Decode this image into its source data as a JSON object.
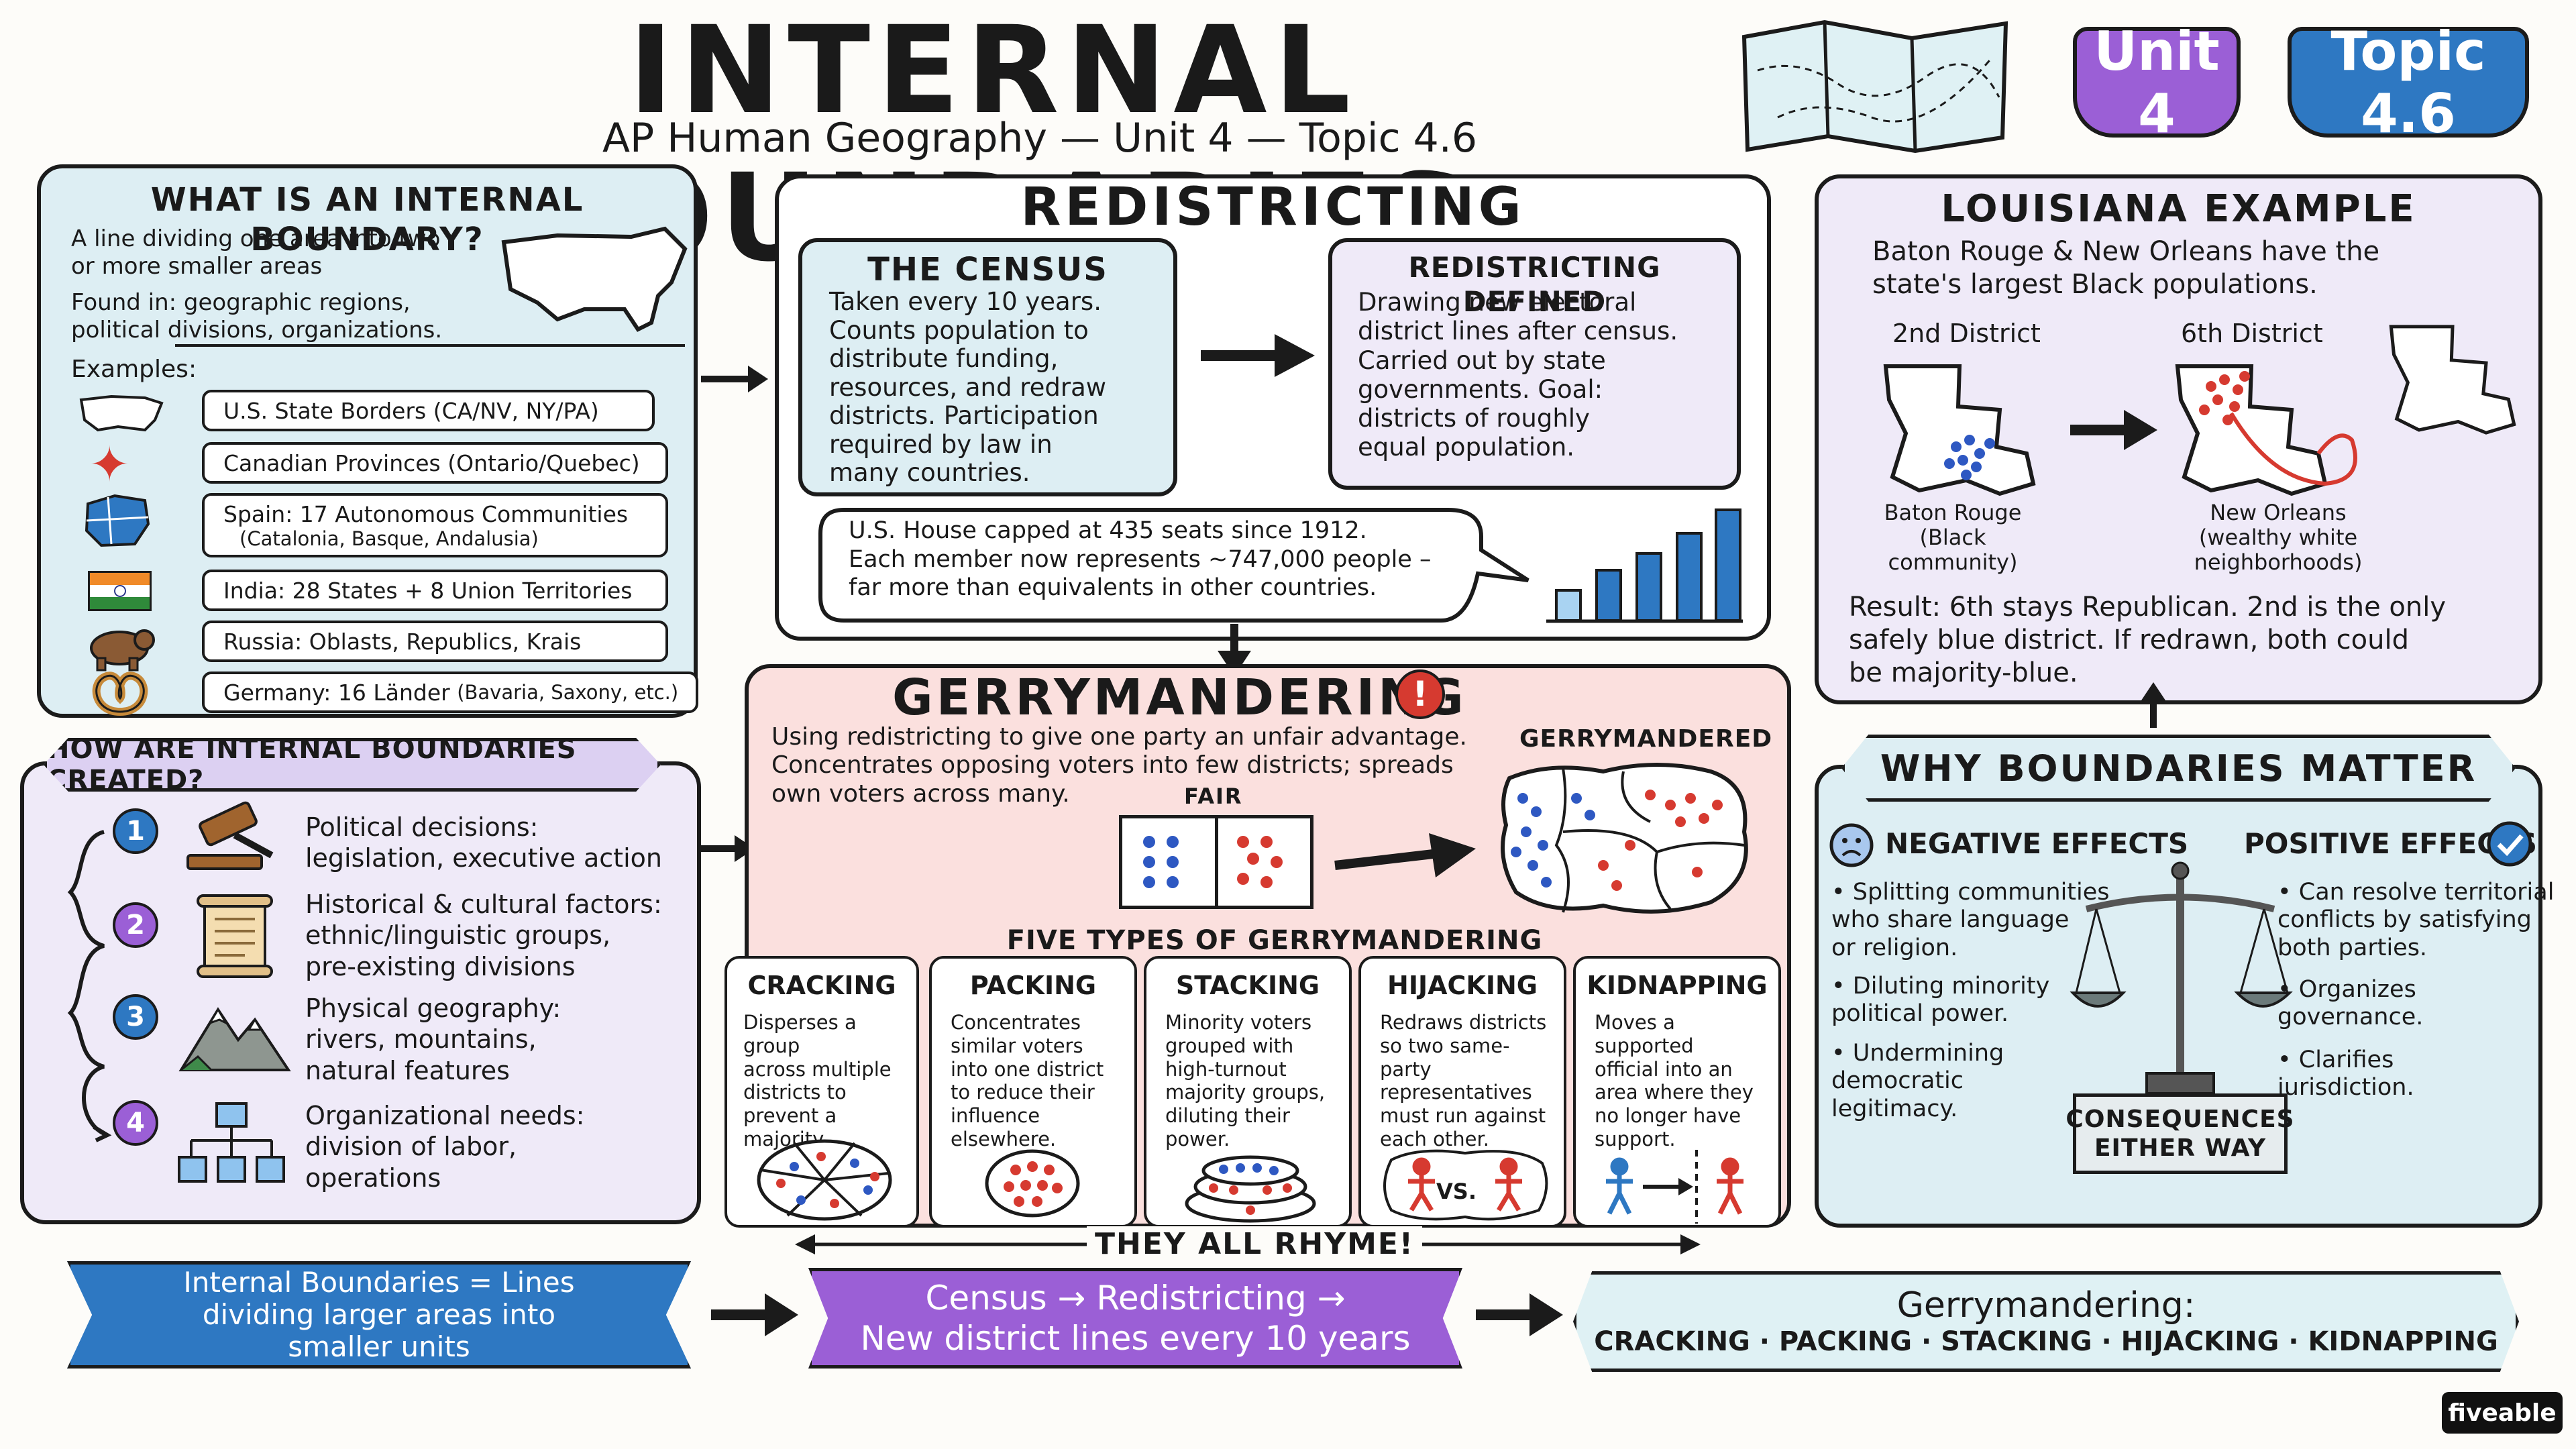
{
  "header": {
    "title": "INTERNAL BOUNDARIES",
    "subtitle": "AP Human Geography — Unit 4 — Topic 4.6",
    "unit_badge": "Unit 4",
    "topic_badge": "Topic 4.6"
  },
  "what_is": {
    "title": "WHAT IS AN INTERNAL BOUNDARY?",
    "definition": "A line dividing one area into two\nor more smaller areas",
    "found_in": "Found in: geographic regions,\npolitical divisions, organizations.",
    "examples_label": "Examples:",
    "examples": [
      {
        "icon": "usa-map-icon",
        "text": "U.S. State Borders (CA/NV, NY/PA)"
      },
      {
        "icon": "maple-leaf-icon",
        "text": "Canadian Provinces (Ontario/Quebec)"
      },
      {
        "icon": "spain-map-icon",
        "text": "Spain: 17 Autonomous Communities",
        "sub": "(Catalonia, Basque, Andalusia)"
      },
      {
        "icon": "india-flag-icon",
        "text": "India: 28 States + 8 Union Territories"
      },
      {
        "icon": "bear-icon",
        "text": "Russia: Oblasts, Republics, Krais"
      },
      {
        "icon": "pretzel-icon",
        "text": "Germany: 16 Länder",
        "sub": "(Bavaria, Saxony, etc.)"
      }
    ]
  },
  "how_created": {
    "title": "HOW ARE INTERNAL BOUNDARIES CREATED?",
    "steps": [
      {
        "num": "1",
        "icon": "gavel-icon",
        "text": "Political decisions:\nlegislation, executive action"
      },
      {
        "num": "2",
        "icon": "scroll-icon",
        "text": "Historical & cultural factors:\nethnic/linguistic groups,\npre-existing divisions"
      },
      {
        "num": "3",
        "icon": "mountain-icon",
        "text": "Physical geography:\nrivers, mountains,\nnatural features"
      },
      {
        "num": "4",
        "icon": "org-chart-icon",
        "text": "Organizational needs:\ndivision of labor,\noperations"
      }
    ]
  },
  "redistricting": {
    "title": "REDISTRICTING",
    "census_title": "THE CENSUS",
    "census_text": "Taken every 10 years.\nCounts population to\ndistribute funding,\nresources, and redraw\ndistricts. Participation\nrequired by law in\nmany countries.",
    "defined_title": "REDISTRICTING DEFINED",
    "defined_text": "Drawing new electoral\ndistrict lines after census.\nCarried out by state\ngovernments. Goal:\ndistricts of roughly\nequal population.",
    "house_note": "U.S. House capped at 435 seats since 1912.\nEach member now represents ~747,000 people –\nfar more than equivalents in other countries."
  },
  "gerrymandering": {
    "title": "GERRYMANDERING",
    "description": "Using redistricting to give one party an unfair advantage.\nConcentrates opposing voters into few districts; spreads\nown voters across many.",
    "fair_label": "FAIR",
    "gerrymandered_label": "GERRYMANDERED",
    "five_types_label": "FIVE TYPES OF GERRYMANDERING",
    "types": [
      {
        "name": "CRACKING",
        "desc": "Disperses a group\nacross multiple\ndistricts to\nprevent a\nmajority."
      },
      {
        "name": "PACKING",
        "desc": "Concentrates\nsimilar voters\ninto one district\nto reduce their\ninfluence\nelsewhere."
      },
      {
        "name": "STACKING",
        "desc": "Minority voters\ngrouped with\nhigh-turnout\nmajority groups,\ndiluting their\npower."
      },
      {
        "name": "HIJACKING",
        "desc": "Redraws districts\nso two same-party\nrepresentatives\nmust run against\neach other."
      },
      {
        "name": "KIDNAPPING",
        "desc": "Moves a supported\nofficial into an\narea where they\nno longer have\nsupport."
      }
    ],
    "vs_label": "VS.",
    "rhyme_label": "THEY ALL RHYME!"
  },
  "louisiana": {
    "title": "LOUISIANA EXAMPLE",
    "intro": "Baton Rouge & New Orleans have the\nstate's largest Black populations.",
    "district2": "2nd District",
    "district6": "6th District",
    "baton_rouge": "Baton Rouge\n(Black\ncommunity)",
    "new_orleans": "New Orleans\n(wealthy white\nneighborhoods)",
    "result": "Result: 6th stays Republican. 2nd is the only\nsafely blue district. If redrawn, both could\nbe majority-blue."
  },
  "why_matter": {
    "title": "WHY BOUNDARIES MATTER",
    "negative_title": "NEGATIVE EFFECTS",
    "negative": [
      "Splitting communities\nwho share language\nor religion.",
      "Diluting minority\npolitical power.",
      "Undermining\ndemocratic\nlegitimacy."
    ],
    "positive_title": "POSITIVE EFFECTS",
    "positive": [
      "Can resolve territorial\nconflicts by satisfying\nboth parties.",
      "Organizes\ngovernance.",
      "Clarifies\njurisdiction."
    ],
    "consequences": "CONSEQUENCES\nEITHER WAY"
  },
  "summary": {
    "box1": "Internal Boundaries = Lines\ndividing larger areas into\nsmaller units",
    "box2": "Census → Redistricting →\nNew district lines every 10 years",
    "box3_title": "Gerrymandering:",
    "box3_list": "CRACKING · PACKING · STACKING · HIJACKING · KIDNAPPING"
  },
  "brand": "fiveable",
  "colors": {
    "blue_accent": "#2e78c2",
    "purple_accent": "#9b5fd6",
    "red_accent": "#d63a30",
    "lavender": "#efeaf8",
    "light_blue": "#ddeef3",
    "pink": "#fbe0de"
  }
}
